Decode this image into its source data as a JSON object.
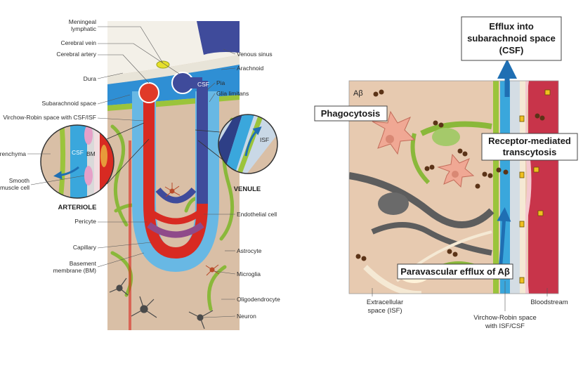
{
  "left_panel": {
    "labels": {
      "meningeal_lymphatic": [
        "Meningeal",
        "lymphatic"
      ],
      "cerebral_vein": "Cerebral vein",
      "cerebral_artery": "Cerebral artery",
      "dura": "Dura",
      "subarachnoid_space": "Subarachnoid space",
      "virchow_robin": "Virchow-Robin space with CSF/ISF",
      "parenchyma": "Parenchyma",
      "smooth_muscle": [
        "Smooth",
        "muscle cell"
      ],
      "arteriole": "ARTERIOLE",
      "pericyte": "Pericyte",
      "capillary": "Capillary",
      "basement_membrane": [
        "Basement",
        "membrane (BM)"
      ],
      "venous_sinus": "Venous sinus",
      "arachnoid": "Arachnoid",
      "pia": "Pia",
      "glia_limitans": "Glia limitans",
      "venule": "VENULE",
      "endothelial_cell": "Endothelial cell",
      "astrocyte": "Astrocyte",
      "microglia": "Microglia",
      "oligodendrocyte": "Oligodendrocyte",
      "neuron": "Neuron",
      "csf_main": "CSF",
      "csf_inset": "CSF",
      "bm_inset": "BM",
      "isf_inset": "ISF"
    }
  },
  "right_panel": {
    "efflux_box": [
      "Efflux into",
      "subarachnoid space",
      "(CSF)"
    ],
    "phagocytosis": "Phagocytosis",
    "receptor_box": [
      "Receptor-mediated",
      "transcytosis"
    ],
    "paravascular_box": "Paravascular efflux of Aβ",
    "abeta": "Aβ",
    "extracellular": [
      "Extracellular",
      "space (ISF)"
    ],
    "virchow_robin": [
      "Virchow-Robin space",
      "with ISF/CSF"
    ],
    "bloodstream": "Bloodstream"
  },
  "colors": {
    "parenchyma": "#d9bfa6",
    "artery": "#d82a22",
    "vein": "#3f4b9b",
    "csf": "#3aa7dc",
    "glia": "#9bc43b",
    "blood": "#c8344a",
    "right_bg": "#e7cab0"
  }
}
